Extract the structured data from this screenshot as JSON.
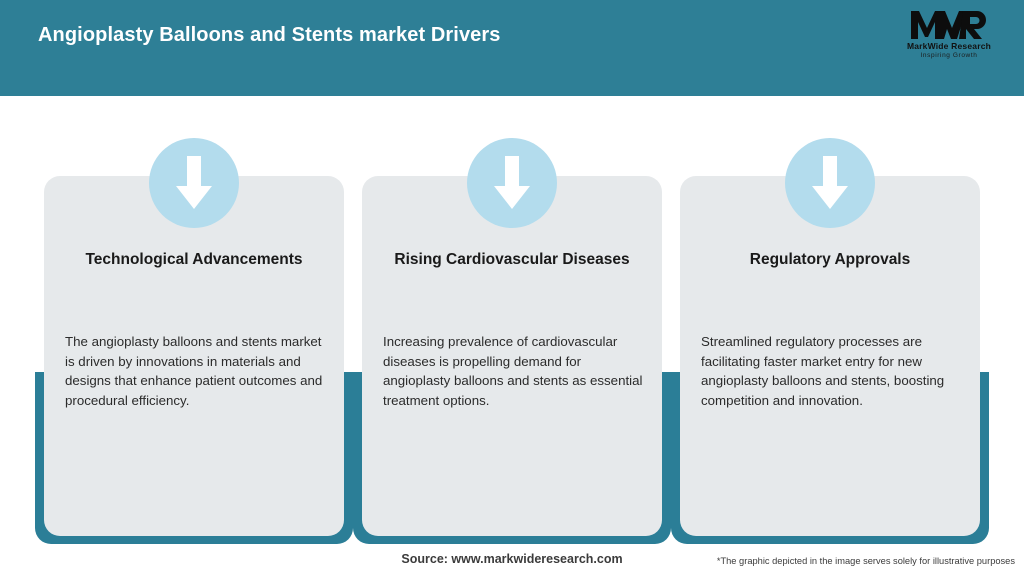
{
  "header": {
    "title": "Angioplasty Balloons and Stents market Drivers",
    "bg_color": "#2e7f96",
    "title_color": "#ffffff",
    "logo": {
      "mark": "MWR",
      "name": "MarkWide Research",
      "tagline": "Inspiring Growth",
      "icon": "mwr-logo-icon"
    }
  },
  "cards": [
    {
      "icon": "down-arrow-icon",
      "title": "Technological Advancements",
      "body": "The angioplasty balloons and stents market is driven by innovations in materials and designs that enhance patient outcomes and procedural efficiency."
    },
    {
      "icon": "down-arrow-icon",
      "title": "Rising Cardiovascular Diseases",
      "body": "Increasing prevalence of cardiovascular diseases is propelling demand for angioplasty balloons and stents as essential treatment options."
    },
    {
      "icon": "down-arrow-icon",
      "title": "Regulatory Approvals",
      "body": "Streamlined regulatory processes are facilitating faster market entry for new angioplasty balloons and stents, boosting competition and innovation."
    }
  ],
  "footer": {
    "source": "Source: www.markwideresearch.com",
    "disclaimer": "*The graphic depicted in the image serves solely for illustrative purposes"
  },
  "colors": {
    "teal": "#2e7f96",
    "frame_teal": "#2b7e97",
    "card_bg": "#e6e9eb",
    "circle": "#b3dced",
    "arrow": "#ffffff"
  }
}
